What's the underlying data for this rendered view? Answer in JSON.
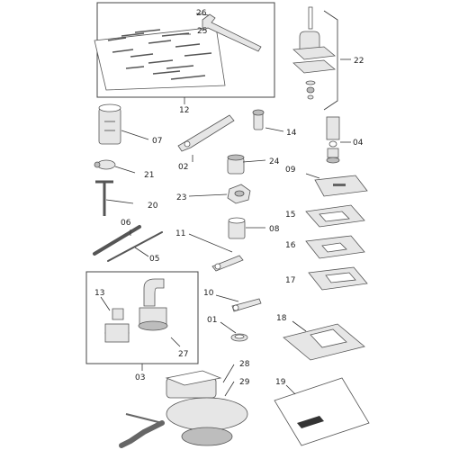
{
  "labels": {
    "p26": "26",
    "p25": "25",
    "p12": "12",
    "p22": "22",
    "p14": "14",
    "p04": "04",
    "p07": "07",
    "p02": "02",
    "p24": "24",
    "p09": "09",
    "p21": "21",
    "p23": "23",
    "p20": "20",
    "p15": "15",
    "p06": "06",
    "p08": "08",
    "p11": "11",
    "p16": "16",
    "p05": "05",
    "p17": "17",
    "p13": "13",
    "p10": "10",
    "p01": "01",
    "p18": "18",
    "p27": "27",
    "p03": "03",
    "p28": "28",
    "p29": "29",
    "p19": "19"
  }
}
